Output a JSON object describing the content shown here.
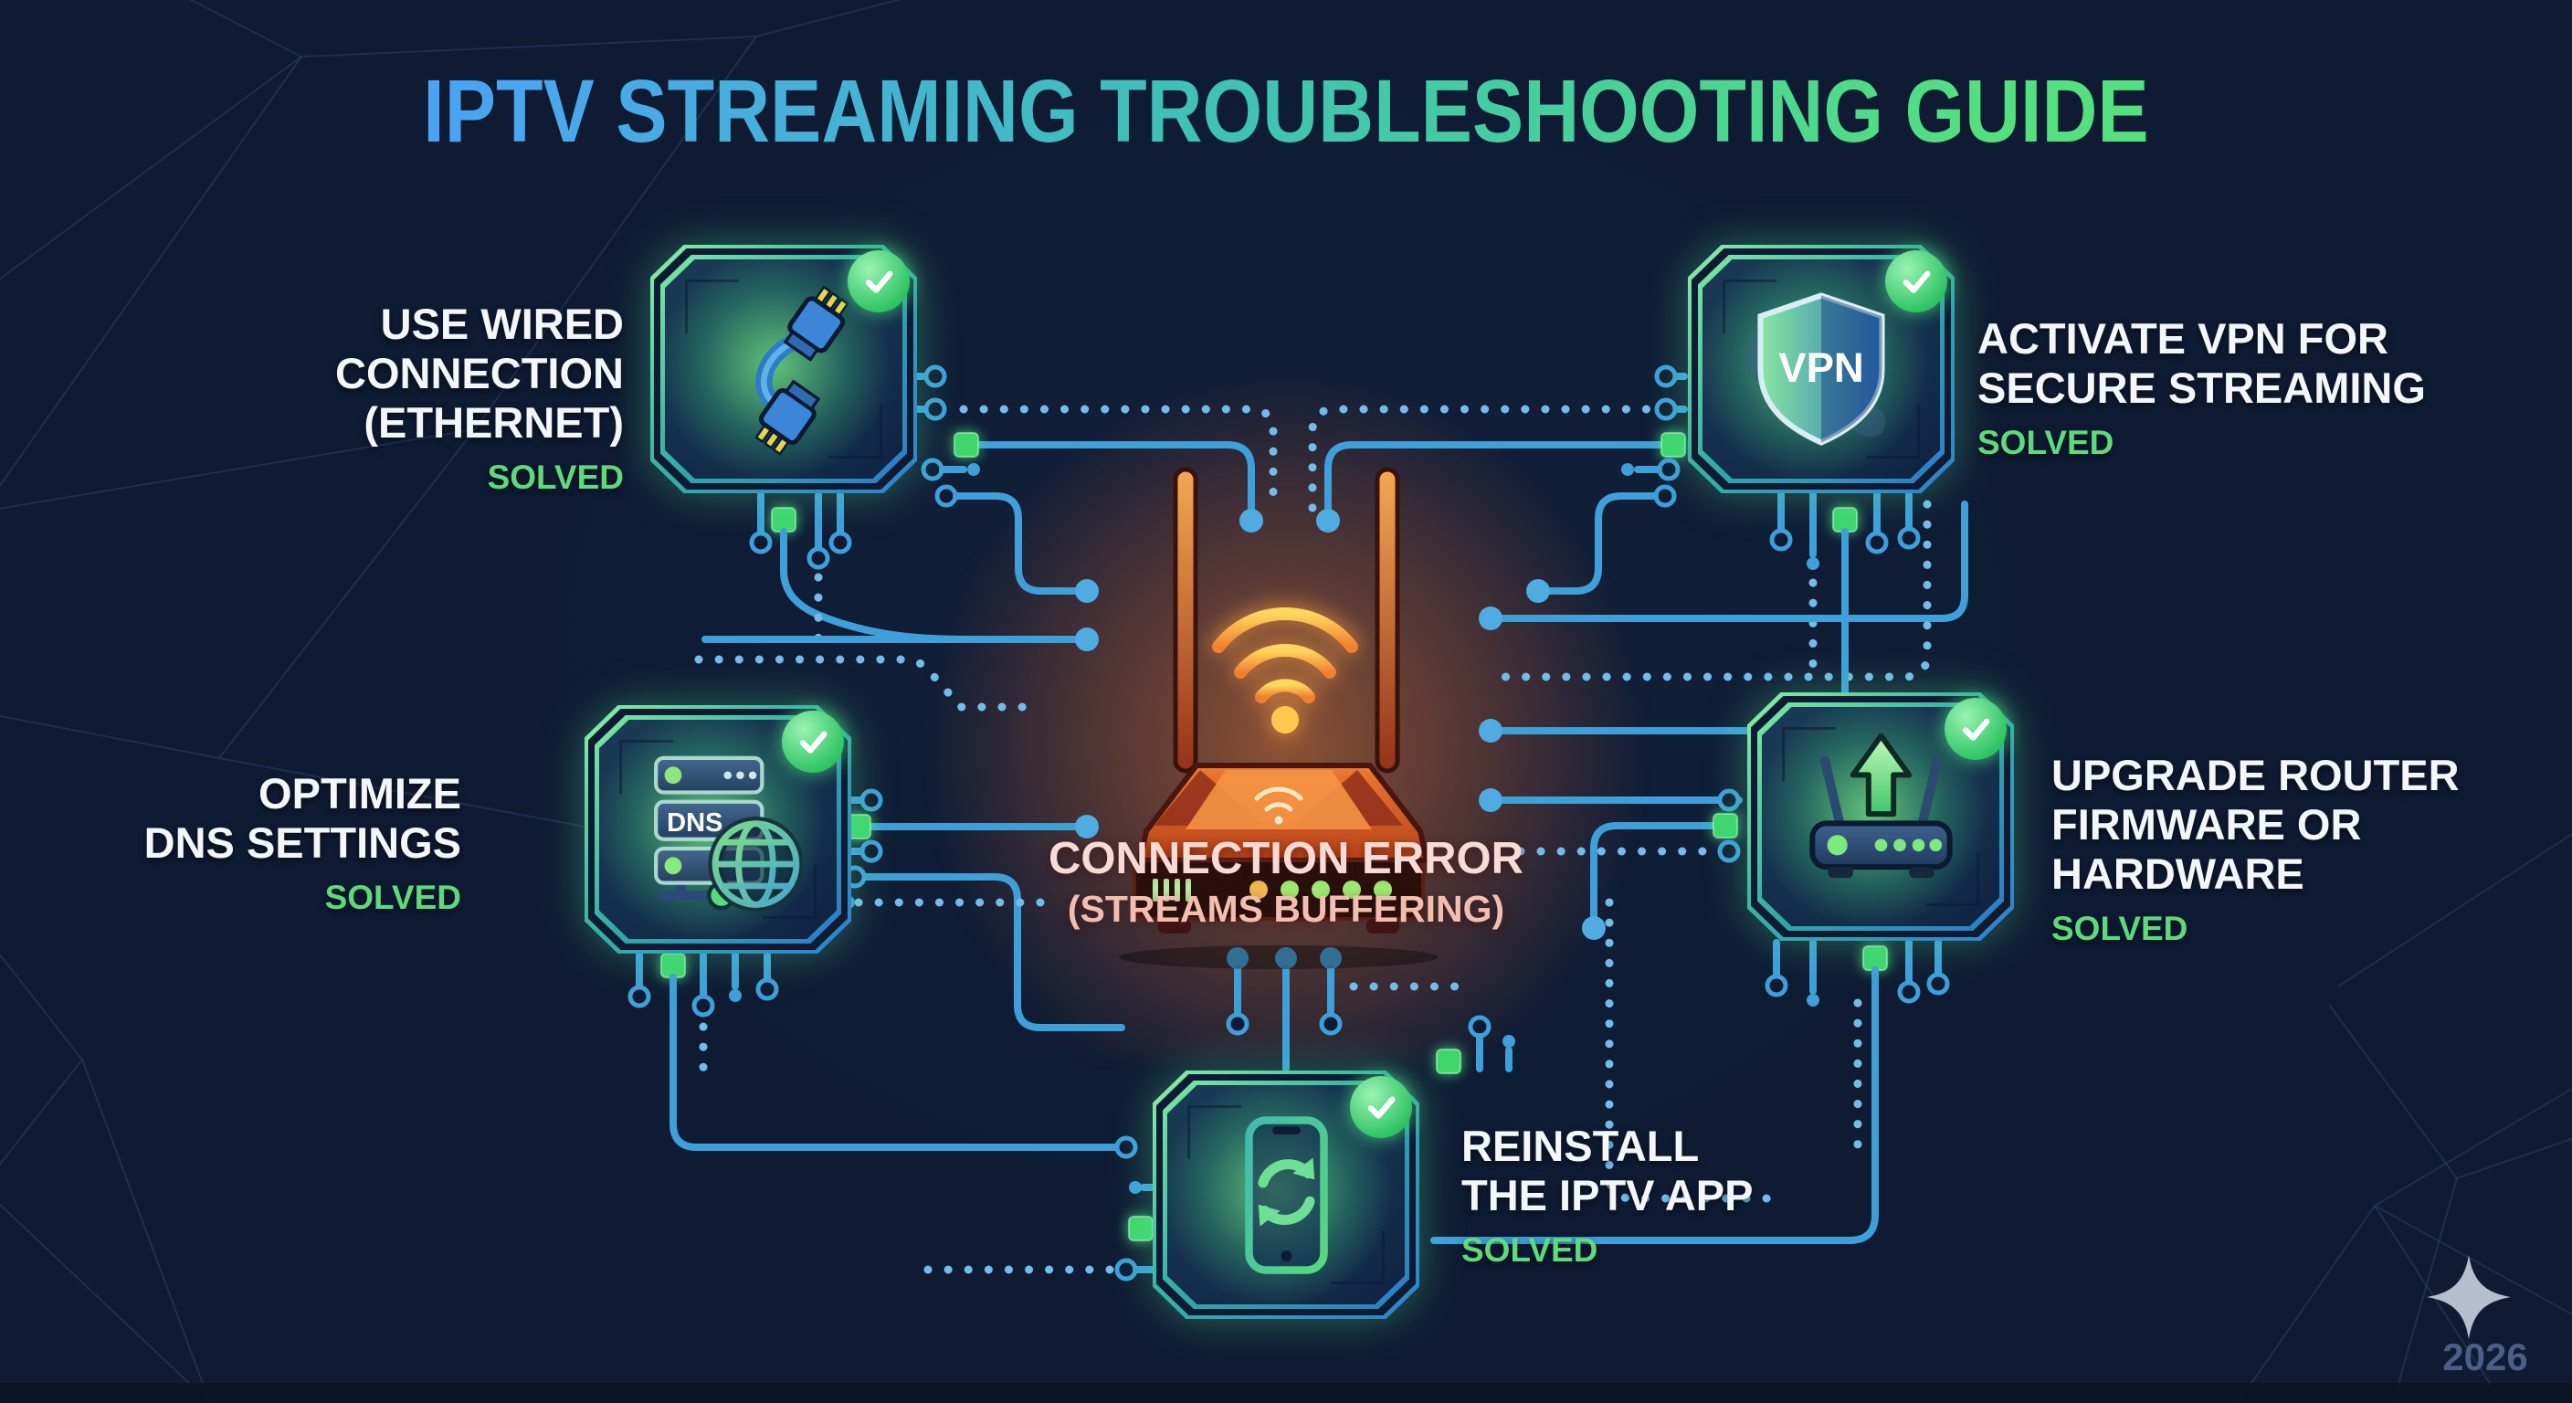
{
  "title": "IPTV STREAMING TROUBLESHOOTING GUIDE",
  "center": {
    "error_title": "CONNECTION ERROR",
    "error_subtitle": "(STREAMS BUFFERING)",
    "router_icon": "wifi-router-icon",
    "wifi_icon": "wifi-signal-icon"
  },
  "solutions": [
    {
      "id": "wired",
      "lines": [
        "USE WIRED",
        "CONNECTION",
        "(ETHERNET)"
      ],
      "status": "SOLVED",
      "icon": "ethernet-cable-icon",
      "badge_icon": "check-circle-icon"
    },
    {
      "id": "vpn",
      "lines": [
        "ACTIVATE VPN FOR",
        "SECURE STREAMING"
      ],
      "status": "SOLVED",
      "icon": "vpn-shield-icon",
      "icon_label": "VPN",
      "badge_icon": "check-circle-icon"
    },
    {
      "id": "dns",
      "lines": [
        "OPTIMIZE",
        "DNS SETTINGS"
      ],
      "status": "SOLVED",
      "icon": "dns-server-globe-icon",
      "icon_label": "DNS",
      "badge_icon": "check-circle-icon"
    },
    {
      "id": "router",
      "lines": [
        "UPGRADE ROUTER",
        "FIRMWARE OR",
        "HARDWARE"
      ],
      "status": "SOLVED",
      "icon": "router-upgrade-arrow-icon",
      "badge_icon": "check-circle-icon"
    },
    {
      "id": "app",
      "lines": [
        "REINSTALL",
        "THE IPTV APP"
      ],
      "status": "SOLVED",
      "icon": "phone-reinstall-icon",
      "badge_icon": "check-circle-icon"
    }
  ],
  "footer": {
    "year": "2026",
    "logo_icon": "sparkle-star-icon"
  },
  "colors": {
    "background": "#0E1B33",
    "title_gradient_start": "#4BA4F2",
    "title_gradient_end": "#54E07E",
    "solved_green": "#5FD97E",
    "trace_blue": "#3E9FD9",
    "trace_light_blue": "#74BCE6",
    "pad_green": "#3FD66E",
    "badge_green": "#31C465",
    "error_glow_orange": "#F2762E",
    "error_title_color": "#F6DCD4",
    "error_subtitle_color": "#F0BFB2",
    "year_color": "#4A5F86"
  }
}
